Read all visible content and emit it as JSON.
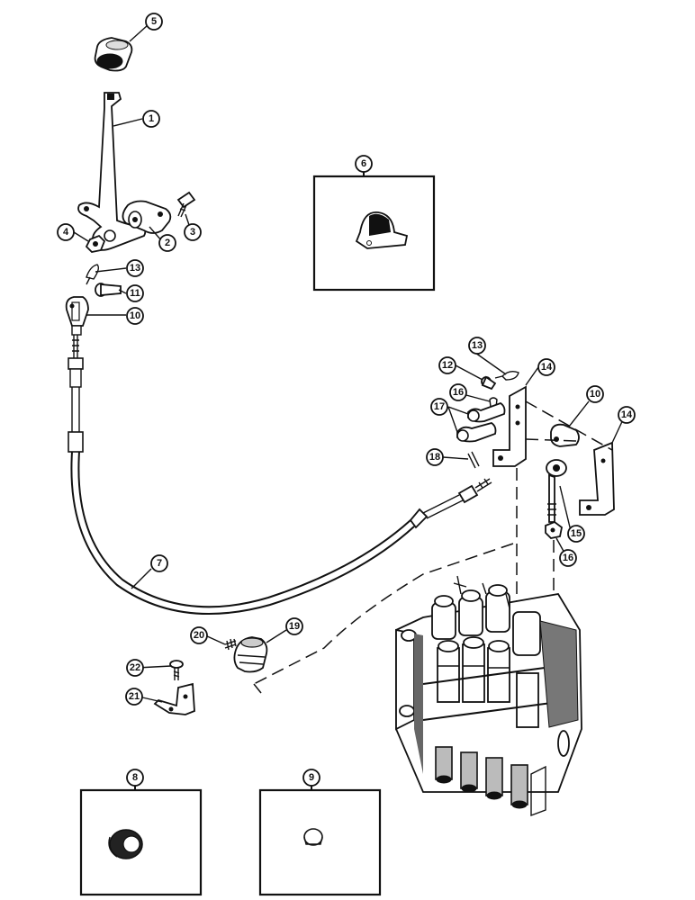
{
  "callouts": {
    "c1": "1",
    "c2": "2",
    "c3": "3",
    "c4": "4",
    "c5": "5",
    "c6": "6",
    "c7": "7",
    "c8": "8",
    "c9": "9",
    "c10a": "10",
    "c10b": "10",
    "c11": "11",
    "c12": "12",
    "c13a": "13",
    "c13b": "13",
    "c14a": "14",
    "c14b": "14",
    "c15": "15",
    "c16a": "16",
    "c16b": "16",
    "c17": "17",
    "c18": "18",
    "c19": "19",
    "c20": "20",
    "c21": "21",
    "c22": "22"
  }
}
